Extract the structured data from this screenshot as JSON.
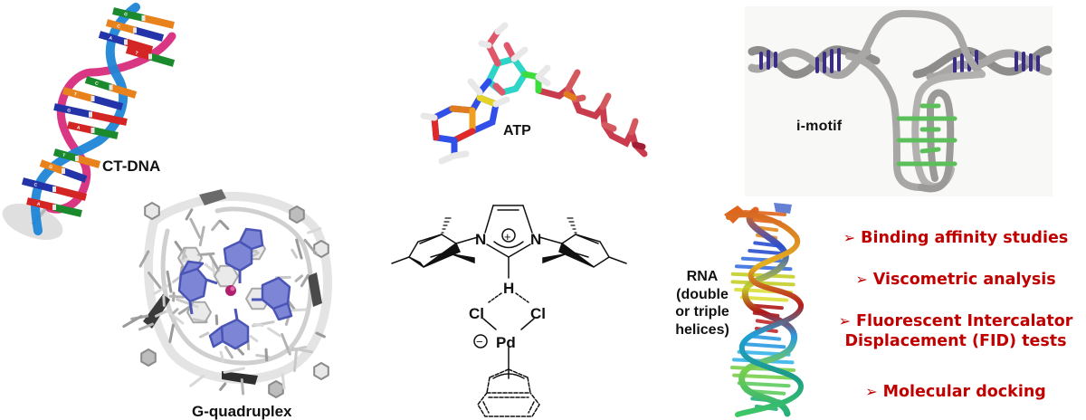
{
  "figure": {
    "title": "Biomolecular targets and binding studies of an imidazolium–Pd complex",
    "panels": {
      "ct_dna": {
        "label": "CT-DNA",
        "base_letters": [
          "G",
          "C",
          "A",
          "T",
          "C",
          "T",
          "G",
          "A",
          "T",
          "G",
          "C",
          "A",
          "G",
          "T",
          "C",
          "A",
          "T",
          "A"
        ]
      },
      "atp": {
        "label": "ATP"
      },
      "i_motif": {
        "label": "i-motif"
      },
      "g_quadruplex": {
        "label": "G-quadruplex"
      },
      "rna": {
        "label": "RNA (double or triple helices)"
      },
      "complex": {
        "atoms": {
          "n_left": "N",
          "n_right": "N",
          "h": "H",
          "cl_left": "Cl",
          "cl_right": "Cl",
          "pd": "Pd",
          "plus_charge": "+",
          "minus_charge": "−"
        }
      }
    },
    "studies": {
      "bullet_glyph": "➢",
      "color": "#c00000",
      "items": [
        {
          "text": "Binding affinity studies"
        },
        {
          "text": "Viscometric analysis"
        },
        {
          "text": "Fluorescent Intercalator",
          "text2": "Displacement (FID) tests"
        },
        {
          "text": "Molecular docking"
        }
      ]
    },
    "colors": {
      "label_text": "#111111",
      "dna_backbone_blue": "#1f86d6",
      "dna_backbone_magenta": "#d6267a",
      "base_green": "#1b8a2e",
      "base_orange": "#e8821c",
      "base_red": "#d42525",
      "base_navy": "#2433a8",
      "gq_blue": "#6670cc",
      "gq_ion": "#b0206e",
      "imotif_tube": "#a9a7a5",
      "imotif_base_purple": "#3a2c8c",
      "imotif_base_green": "#5cbf5c"
    }
  }
}
